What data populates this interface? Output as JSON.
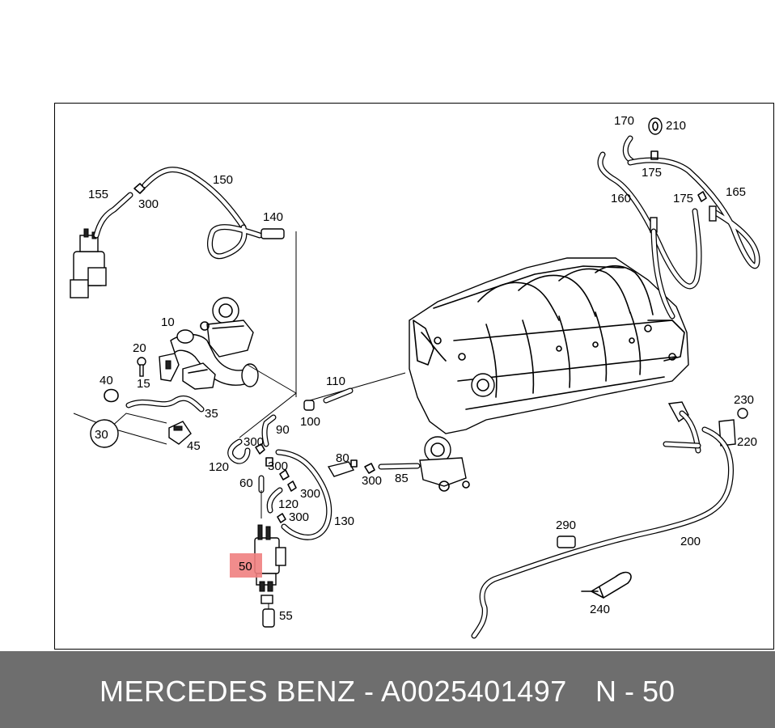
{
  "callouts": {
    "c10": "10",
    "c15": "15",
    "c20": "20",
    "c30": "30",
    "c35": "35",
    "c40": "40",
    "c45": "45",
    "c50": "50",
    "c55": "55",
    "c60": "60",
    "c80": "80",
    "c85": "85",
    "c90": "90",
    "c100": "100",
    "c110": "110",
    "c120a": "120",
    "c120b": "120",
    "c130": "130",
    "c140": "140",
    "c150": "150",
    "c155": "155",
    "c160": "160",
    "c165": "165",
    "c170": "170",
    "c175a": "175",
    "c175b": "175",
    "c200": "200",
    "c210": "210",
    "c220": "220",
    "c230": "230",
    "c240": "240",
    "c290": "290",
    "c300a": "300",
    "c300b": "300",
    "c300c": "300",
    "c300d": "300",
    "c300e": "300",
    "c300f": "300"
  },
  "highlight": {
    "label": "50",
    "color": "#f08080"
  },
  "footer": {
    "brand_part": "MERCEDES BENZ - A0025401497",
    "reference": "N - 50",
    "bar_color": "#6e6e6e"
  }
}
